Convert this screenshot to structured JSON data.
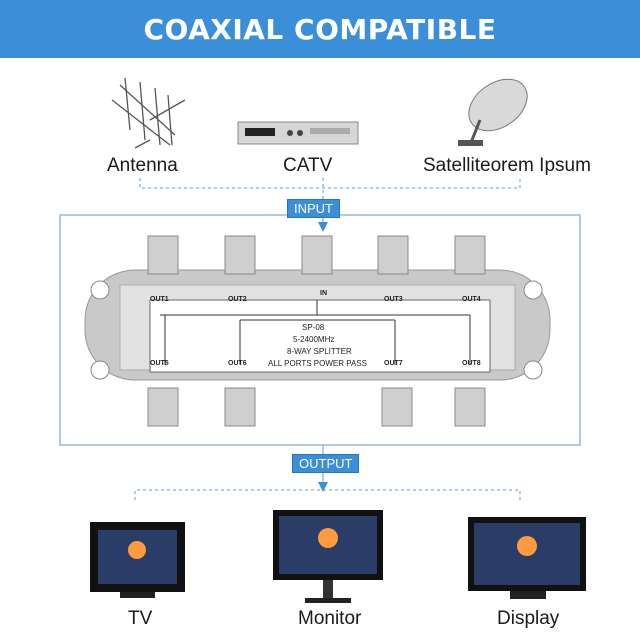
{
  "title": "COAXIAL COMPATIBLE",
  "sources": [
    {
      "label": "Antenna"
    },
    {
      "label": "CATV"
    },
    {
      "label": "Satelliteorem Ipsum"
    }
  ],
  "input_tag": "INPUT",
  "output_tag": "OUTPUT",
  "device": {
    "model": "SP-08",
    "freq": "5-2400MHz",
    "type": "8-WAY SPLITTER",
    "power": "ALL PORTS POWER PASS",
    "in_label": "IN",
    "ports": [
      "OUT1",
      "OUT2",
      "OUT3",
      "OUT4",
      "OUT5",
      "OUT6",
      "OUT7",
      "OUT8"
    ]
  },
  "outputs": [
    {
      "label": "TV"
    },
    {
      "label": "Monitor"
    },
    {
      "label": "Display"
    }
  ],
  "colors": {
    "accent": "#3b8fd8",
    "line": "#7fb1df"
  }
}
